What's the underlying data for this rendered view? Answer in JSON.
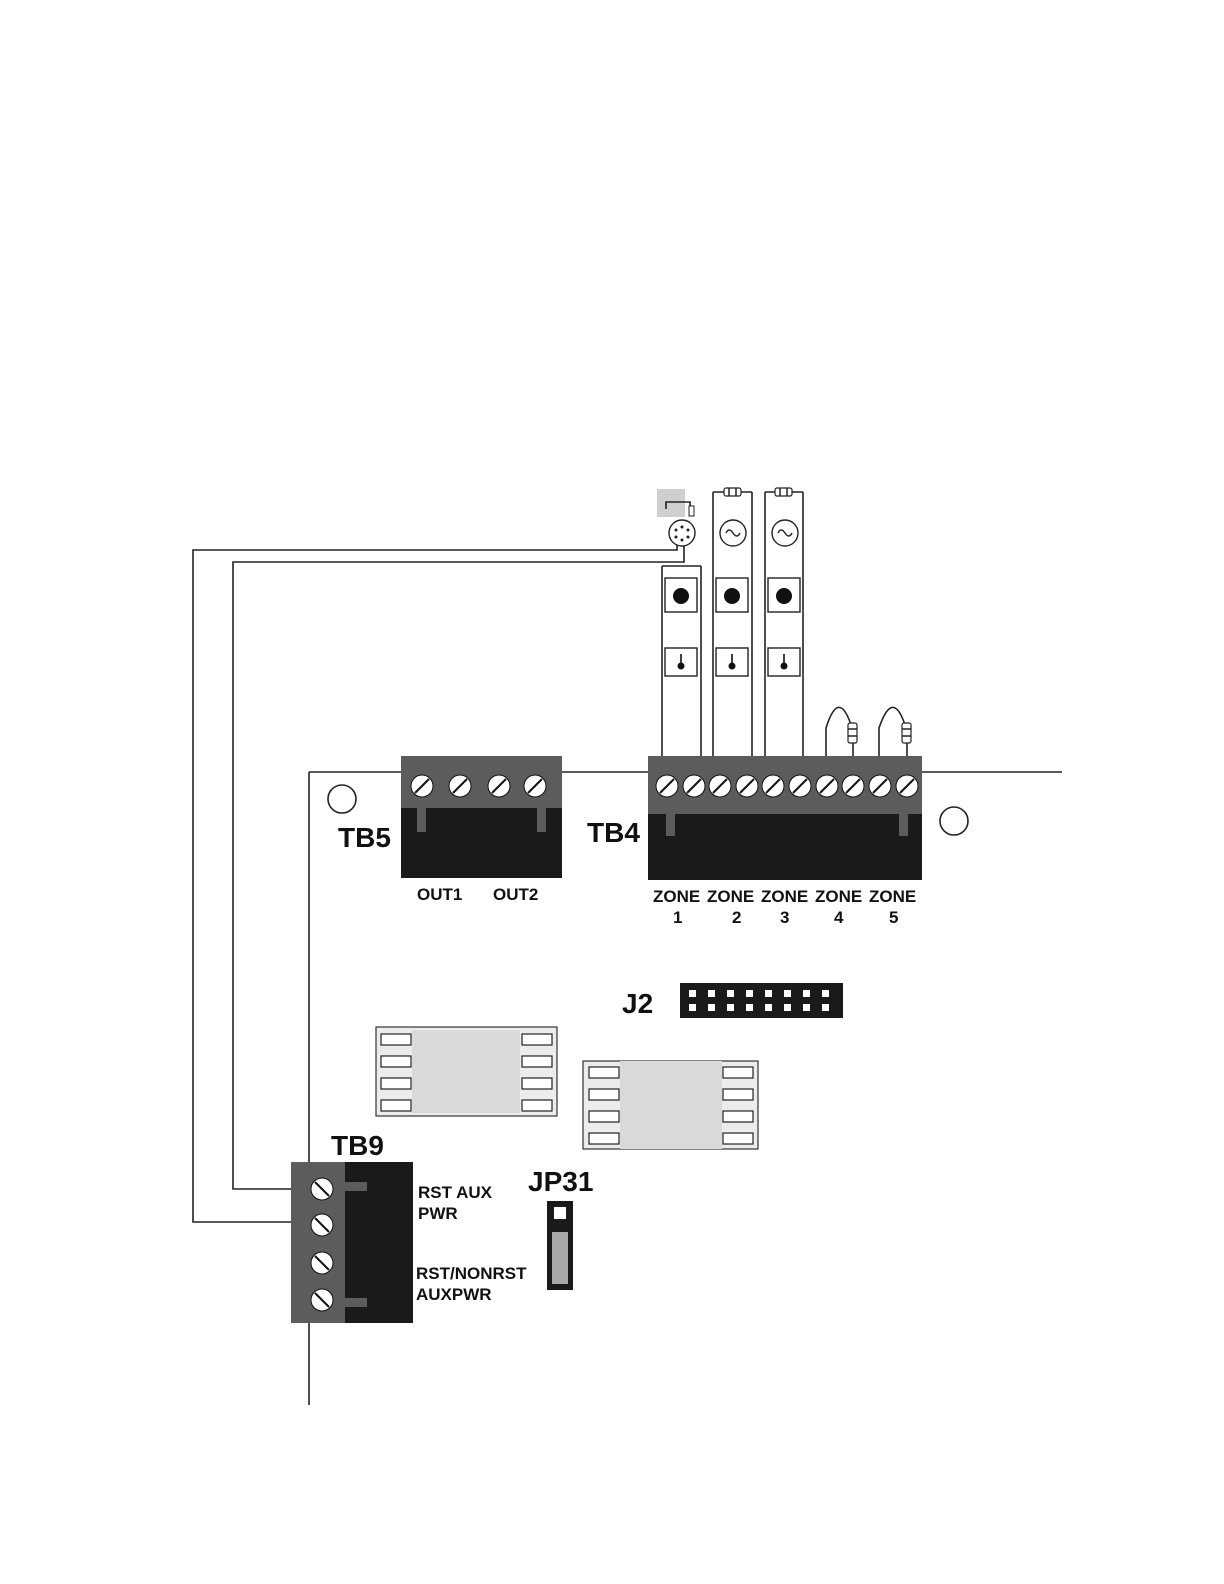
{
  "labels": {
    "tb5": "TB5",
    "tb4": "TB4",
    "tb9": "TB9",
    "j2": "J2",
    "jp31": "JP31",
    "out1": "OUT1",
    "out2": "OUT2",
    "rst_aux_line1": "RST AUX",
    "rst_aux_line2": "PWR",
    "rst_nonrst_line1": "RST/NONRST",
    "rst_nonrst_line2": "AUXPWR"
  },
  "zones": [
    {
      "word": "ZONE",
      "number": "1"
    },
    {
      "word": "ZONE",
      "number": "2"
    },
    {
      "word": "ZONE",
      "number": "3"
    },
    {
      "word": "ZONE",
      "number": "4"
    },
    {
      "word": "ZONE",
      "number": "5"
    }
  ],
  "colors": {
    "terminal_dark": "#1a1a1a",
    "terminal_mid": "#5c5c5c",
    "chip_body": "#d9d9d9",
    "line": "#222222"
  }
}
